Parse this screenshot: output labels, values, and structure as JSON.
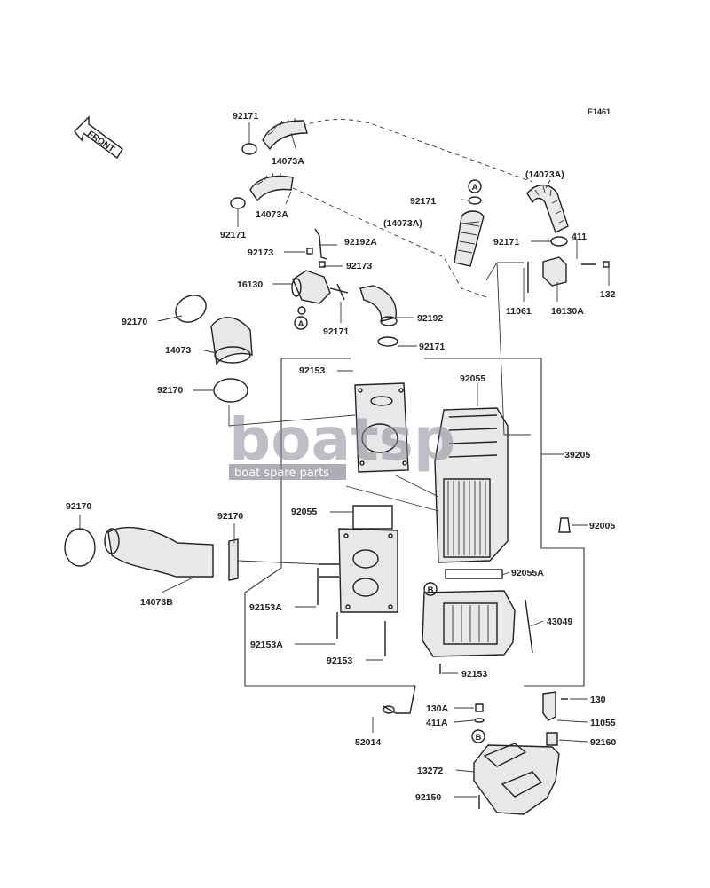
{
  "diagram_code": "E1461",
  "front_label": "FRONT",
  "watermark": {
    "brand": "boatsp",
    "tagline": "boat spare parts"
  },
  "ref_markers": [
    "A",
    "A",
    "B",
    "B"
  ],
  "part_labels": [
    "92171",
    "14073A",
    "(14073A)",
    "92171",
    "14073A",
    "92171",
    "(14073A)",
    "92171",
    "411",
    "132",
    "92192A",
    "92173",
    "92173",
    "16130",
    "11061",
    "16130A",
    "92170",
    "92192",
    "92171",
    "14073",
    "92171",
    "92153",
    "92055",
    "92170",
    "39205",
    "92055",
    "92170",
    "92170",
    "92005",
    "92055A",
    "14073B",
    "92153A",
    "43049",
    "92153A",
    "92153",
    "92153",
    "130",
    "130A",
    "11055",
    "411A",
    "52014",
    "92160",
    "13272",
    "92150"
  ]
}
